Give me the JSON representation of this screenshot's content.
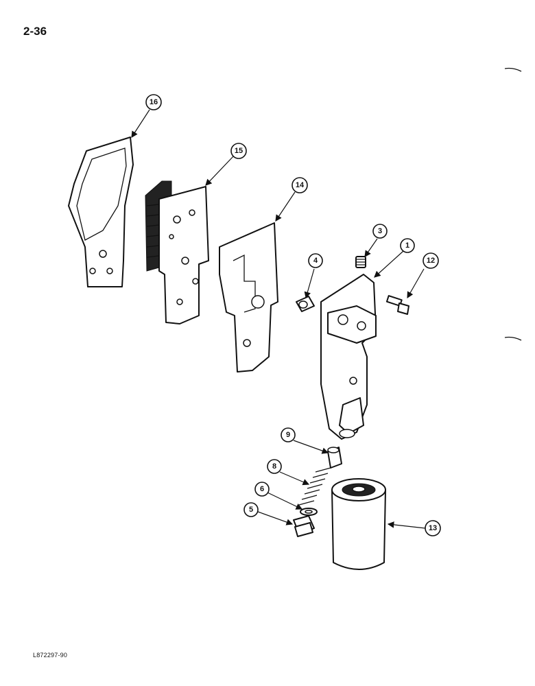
{
  "page_number": "2-36",
  "figure_code": "L872297-90",
  "callouts": [
    {
      "id": "c16",
      "label": "16"
    },
    {
      "id": "c15",
      "label": "15"
    },
    {
      "id": "c14",
      "label": "14"
    },
    {
      "id": "c3",
      "label": "3"
    },
    {
      "id": "c1",
      "label": "1"
    },
    {
      "id": "c4",
      "label": "4"
    },
    {
      "id": "c12",
      "label": "12"
    },
    {
      "id": "c9",
      "label": "9"
    },
    {
      "id": "c8",
      "label": "8"
    },
    {
      "id": "c6",
      "label": "6"
    },
    {
      "id": "c5",
      "label": "5"
    },
    {
      "id": "c13",
      "label": "13"
    }
  ]
}
